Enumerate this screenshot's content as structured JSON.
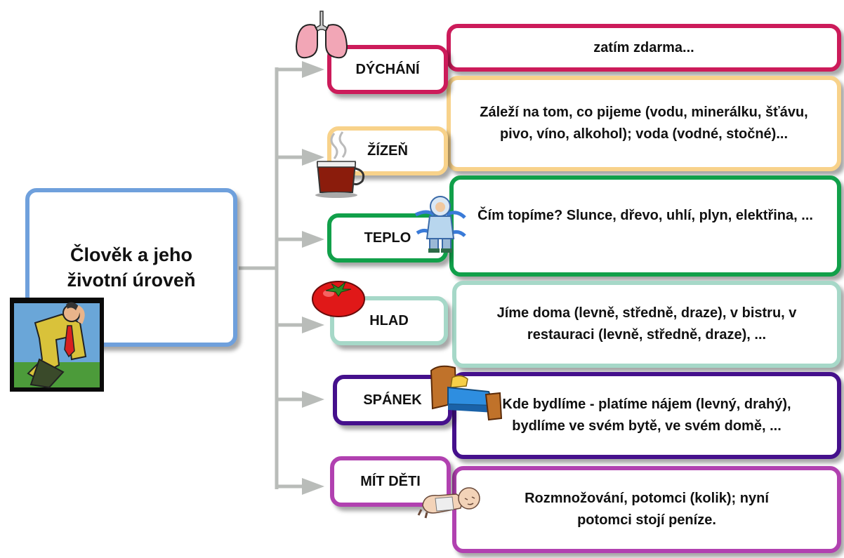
{
  "main": {
    "title": "Člověk a jeho životní úroveň",
    "color": "#6fa0dc"
  },
  "categories": [
    {
      "label": "DÝCHÁNÍ",
      "color": "#cc1b5a",
      "icon": "lungs-icon",
      "description": "zatím zdarma..."
    },
    {
      "label": "ŽÍZEŇ",
      "color": "#f8d28a",
      "icon": "tea-cup-icon",
      "description": "Záleží na tom, co pijeme (vodu, minerálku, šťávu, pivo, víno, alkohol); voda (vodné, stočné)..."
    },
    {
      "label": "TEPLO",
      "color": "#11a04a",
      "icon": "freezing-person-icon",
      "description": "Čím topíme? Slunce, dřevo, uhlí, plyn, elektřina, ..."
    },
    {
      "label": "HLAD",
      "color": "#a6d8c8",
      "icon": "tomato-icon",
      "description": "Jíme doma (levně, středně, draze), v bistru, v restauraci (levně, středně, draze), ..."
    },
    {
      "label": "SPÁNEK",
      "color": "#45108c",
      "icon": "bed-icon",
      "description": "Kde bydlíme - platíme nájem (levný, drahý), bydlíme ve svém bytě, ve svém domě, ..."
    },
    {
      "label": "MÍT DĚTI",
      "color": "#b141b0",
      "icon": "baby-icon",
      "description": "Rozmnožování, potomci (kolik); nyní potomci stojí peníze."
    }
  ],
  "connector_color": "#b9bcb9"
}
